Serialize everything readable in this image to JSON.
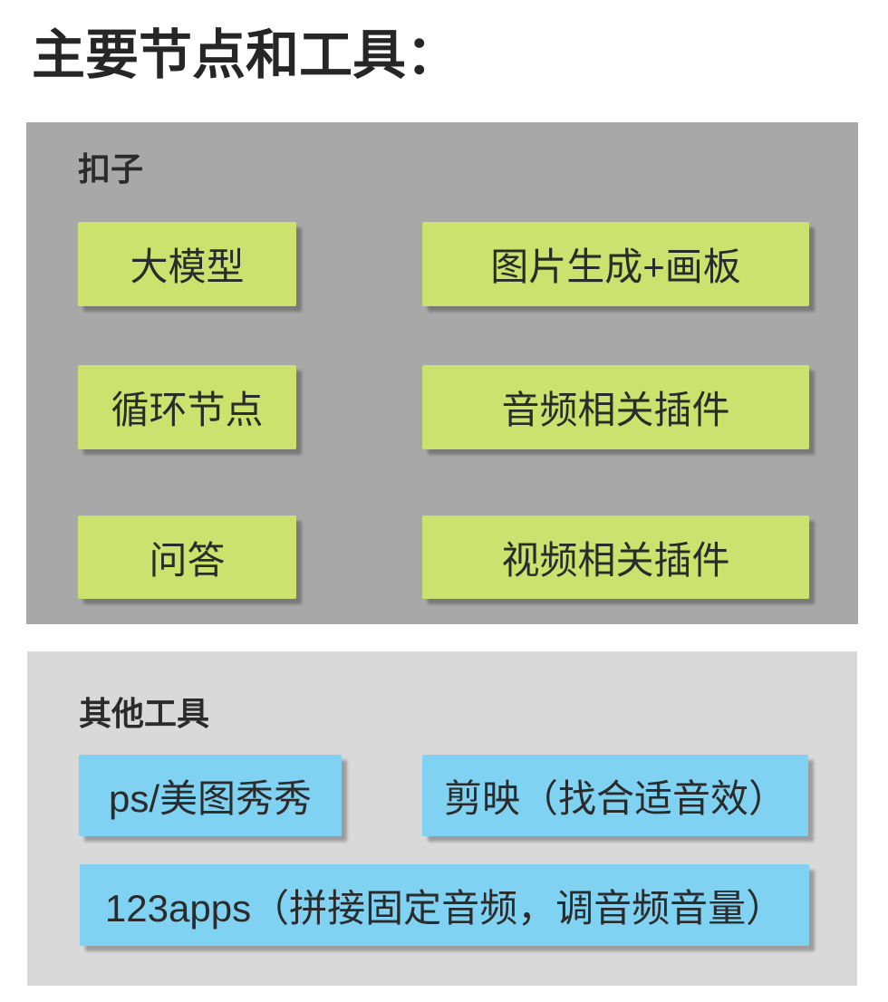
{
  "title": "主要节点和工具：",
  "sections": [
    {
      "label": "扣子",
      "boxes": [
        {
          "label": "大模型"
        },
        {
          "label": "图片生成+画板"
        },
        {
          "label": "循环节点"
        },
        {
          "label": "音频相关插件"
        },
        {
          "label": "问答"
        },
        {
          "label": "视频相关插件"
        }
      ]
    },
    {
      "label": "其他工具",
      "boxes": [
        {
          "label": "ps/美图秀秀"
        },
        {
          "label": "剪映（找合适音效）"
        },
        {
          "label": "123apps（拼接固定音频，调音频音量）"
        }
      ]
    }
  ],
  "colors": {
    "section1_bg": "#a8a8a8",
    "section2_bg": "#d9d9d9",
    "green_box": "#cbe26e",
    "blue_box": "#80d2f2",
    "text": "#2b2b2b"
  }
}
